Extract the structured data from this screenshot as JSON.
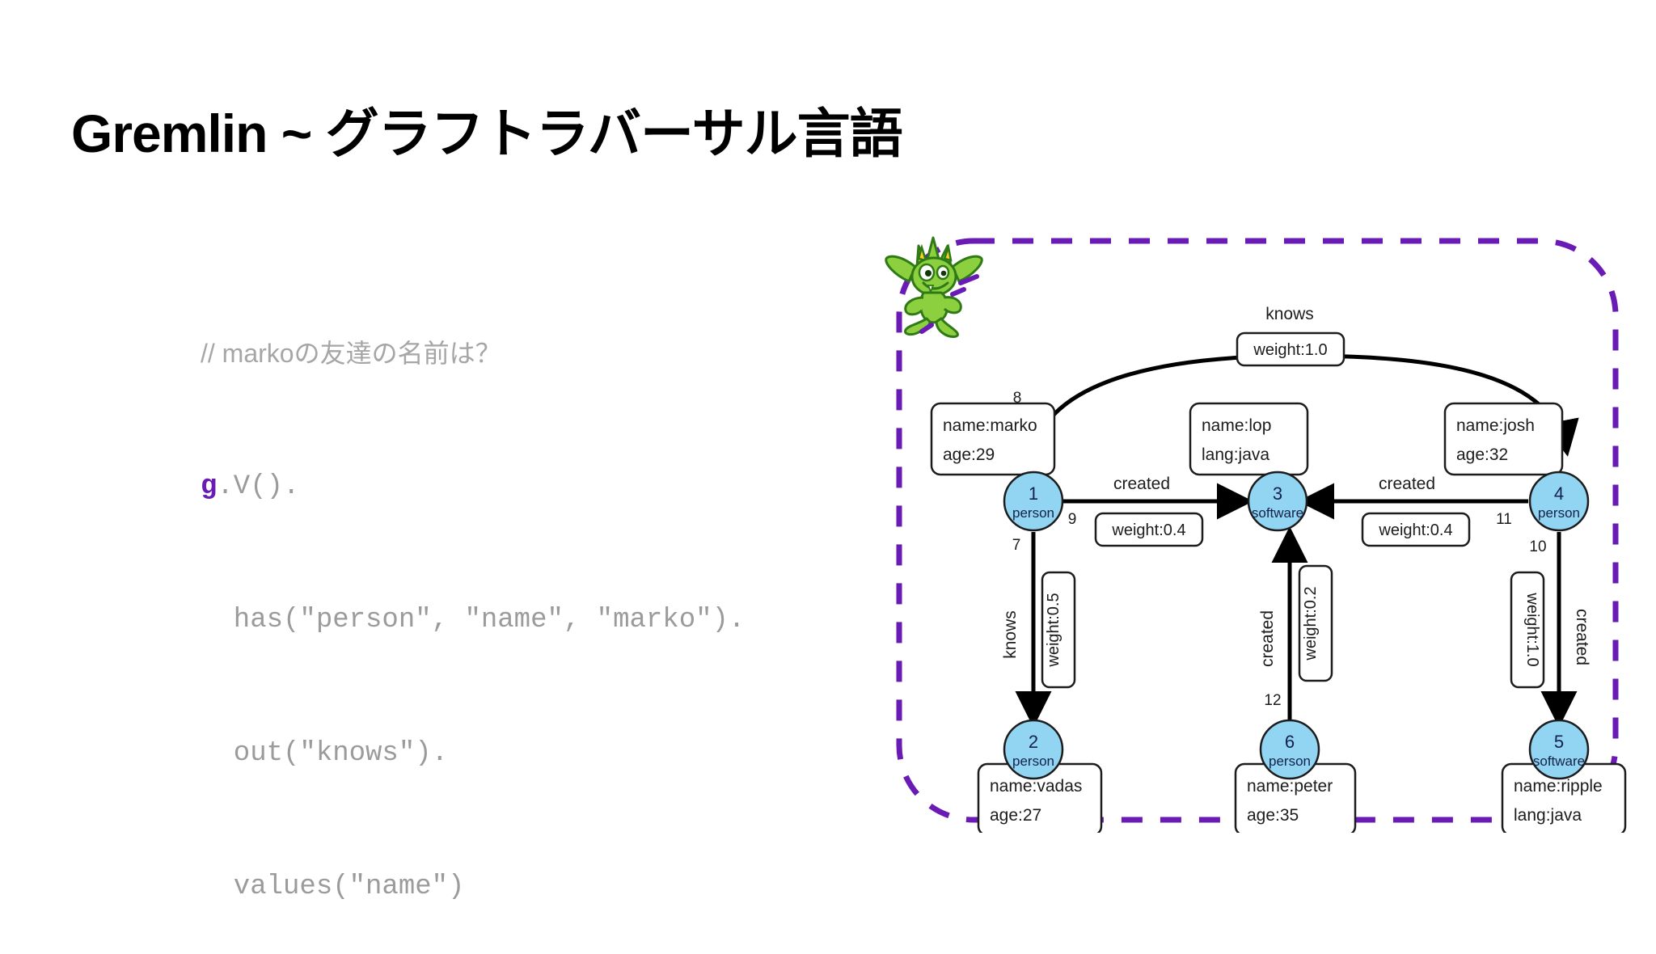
{
  "slide": {
    "title": "Gremlin ~ グラフトラバーサル言語",
    "background": "#ffffff"
  },
  "code": {
    "comment": "// markoの友達の名前は？",
    "accent_color": "#6a1bb5",
    "text_color": "#9b9b9b",
    "lines": [
      {
        "accent": "g",
        "rest": ".V()."
      },
      {
        "accent": "",
        "rest": "  has(\"person\", \"name\", \"marko\")."
      },
      {
        "accent": "",
        "rest": "  out(\"knows\")."
      },
      {
        "accent": "",
        "rest": "  values(\"name\")"
      }
    ]
  },
  "diagram": {
    "border_color": "#6a1bb5",
    "vertex_fill": "#91d5f2",
    "vertex_stroke": "#1c1c1c",
    "mascot_name": "gremlin-mascot",
    "vertices": [
      {
        "id": "1",
        "label": "person",
        "props": [
          "name:marko",
          "age:29"
        ]
      },
      {
        "id": "2",
        "label": "person",
        "props": [
          "name:vadas",
          "age:27"
        ]
      },
      {
        "id": "3",
        "label": "software",
        "props": [
          "name:lop",
          "lang:java"
        ]
      },
      {
        "id": "4",
        "label": "person",
        "props": [
          "name:josh",
          "age:32"
        ]
      },
      {
        "id": "5",
        "label": "software",
        "props": [
          "name:ripple",
          "lang:java"
        ]
      },
      {
        "id": "6",
        "label": "person",
        "props": [
          "name:peter",
          "age:35"
        ]
      }
    ],
    "edges": [
      {
        "eid": "8",
        "label": "knows",
        "weight": "weight:1.0",
        "from": "1",
        "to": "4"
      },
      {
        "eid": "9",
        "label": "created",
        "weight": "weight:0.4",
        "from": "1",
        "to": "3"
      },
      {
        "eid": "7",
        "label": "knows",
        "weight": "weight:0.5",
        "from": "1",
        "to": "2"
      },
      {
        "eid": "11",
        "label": "created",
        "weight": "weight:0.4",
        "from": "4",
        "to": "3"
      },
      {
        "eid": "10",
        "label": "created",
        "weight": "weight:1.0",
        "from": "4",
        "to": "5"
      },
      {
        "eid": "12",
        "label": "created",
        "weight": "weight:0.2",
        "from": "6",
        "to": "3"
      }
    ]
  }
}
